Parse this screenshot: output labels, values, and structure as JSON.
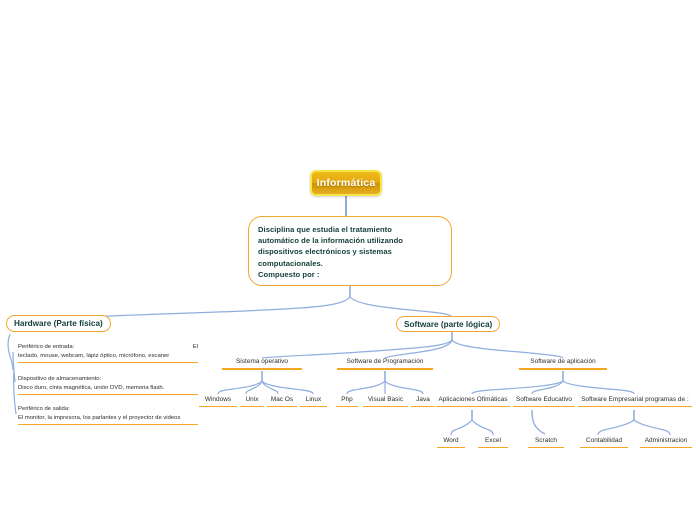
{
  "colors": {
    "accent_orange": "#f5a623",
    "node_border": "#f0a830",
    "connector_blue": "#8fadde",
    "root_gold": "#e3a711",
    "root_border": "#f7e64a",
    "branch_text": "#16403c",
    "leaf_text": "#2b2b2b",
    "background": "#ffffff"
  },
  "root": {
    "label": "Informática"
  },
  "description": {
    "lines": [
      "Disciplina que estudia el tratamiento",
      "automático de la información utilizando",
      "dispositivos electrónicos y sistemas",
      "computacionales.",
      "Compuesto por :"
    ]
  },
  "branches": {
    "hardware": {
      "label": "Hardware (Parte física)",
      "items": [
        {
          "title": "Periférico de entrada:",
          "title_suffix": "El",
          "detail": "teclado, mouse, webcam, lápiz óptico, micrófono, escaner"
        },
        {
          "title": "Dispositivo de almacenamiento:",
          "title_suffix": "",
          "detail": "Disco duro, cinta magnética, unión DVD, memoria flash."
        },
        {
          "title": "Periférico de salida:",
          "title_suffix": "",
          "detail": "El monitor, la impresora, los parlantes y el proyector de videos"
        }
      ]
    },
    "software": {
      "label": "Software (parte lógica)",
      "categories": [
        {
          "label": "Sistema operativo",
          "children": [
            {
              "label": "Windows"
            },
            {
              "label": "Unix"
            },
            {
              "label": "Mac Os"
            },
            {
              "label": "Linux"
            }
          ]
        },
        {
          "label": "Software de Programación",
          "children": [
            {
              "label": "Php"
            },
            {
              "label": "Visual Basic"
            },
            {
              "label": "Java"
            }
          ]
        },
        {
          "label": "Software de aplicación",
          "children": [
            {
              "label": "Aplicaciones Ofimáticas",
              "children": [
                {
                  "label": "Word"
                },
                {
                  "label": "Excel"
                }
              ]
            },
            {
              "label": "Software Educativo",
              "children": [
                {
                  "label": "Scratch"
                }
              ]
            },
            {
              "label": "Software Empresarial programas de :",
              "children": [
                {
                  "label": "Contabilidad"
                },
                {
                  "label": "Administracion"
                }
              ]
            }
          ]
        }
      ]
    }
  }
}
